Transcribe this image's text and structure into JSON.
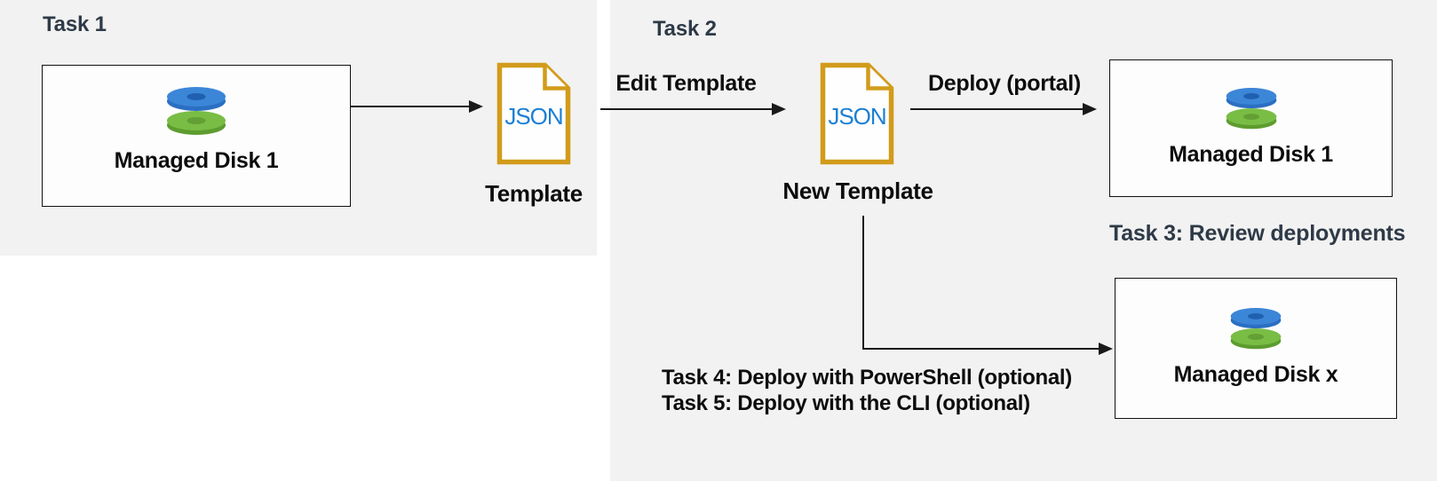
{
  "task1": {
    "heading": "Task 1",
    "disk_box": {
      "label": "Managed Disk 1"
    },
    "doc": {
      "badge": "JSON",
      "caption": "Template"
    }
  },
  "task2": {
    "heading": "Task 2",
    "edit_arrow": {
      "label": "Edit Template"
    },
    "doc": {
      "badge": "JSON",
      "caption": "New Template"
    },
    "deploy_arrow": {
      "label": "Deploy (portal)"
    },
    "disk_box_1": {
      "label": "Managed Disk 1"
    },
    "task3_heading": "Task 3: Review deployments",
    "disk_box_x": {
      "label": "Managed Disk x"
    },
    "optional_tasks": {
      "line1": "Task 4: Deploy with PowerShell (optional)",
      "line2": "Task 5: Deploy with the CLI (optional)"
    }
  },
  "colors": {
    "panel_bg": "#f2f2f2",
    "heading": "#2e3a47",
    "label": "#0d0d0d",
    "box_border": "#111111",
    "box_fill": "#fdfdfd",
    "doc_border": "#d29b1a",
    "doc_badge_blue": "#1b7fd4",
    "disk_blue": "#3c86d8",
    "disk_blue_rim": "#2b6fc2",
    "disk_green": "#79bd45",
    "disk_green_rim": "#5d9c2f",
    "arrow": "#1a1a1a"
  }
}
